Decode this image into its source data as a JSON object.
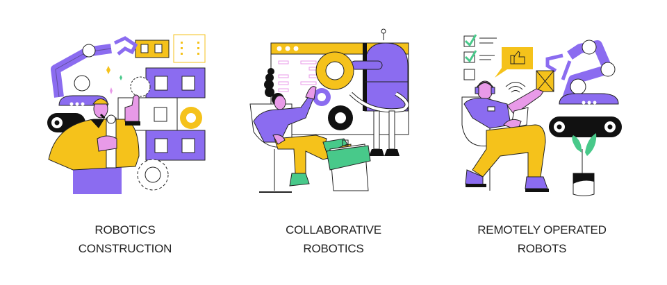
{
  "colors": {
    "purple": "#8b6cf0",
    "yellow": "#f5c21b",
    "pink": "#e89ae8",
    "green": "#48c98a",
    "black": "#111111",
    "outline": "#222222",
    "background": "#ffffff"
  },
  "panels": [
    {
      "id": "robotics-construction",
      "illustration": "robotic-arm-building-modules-worker-with-blueprint",
      "caption_line1": "ROBOTICS",
      "caption_line2": "CONSTRUCTION"
    },
    {
      "id": "collaborative-robotics",
      "illustration": "woman-in-chair-robot-gears-browser-window-briefcase",
      "caption_line1": "COLLABORATIVE",
      "caption_line2": "ROBOTICS"
    },
    {
      "id": "remotely-operated-robots",
      "illustration": "operator-with-tablet-robotic-arm-checklist-thumbs-up",
      "caption_line1": "REMOTELY OPERATED",
      "caption_line2": "ROBOTS"
    }
  ]
}
